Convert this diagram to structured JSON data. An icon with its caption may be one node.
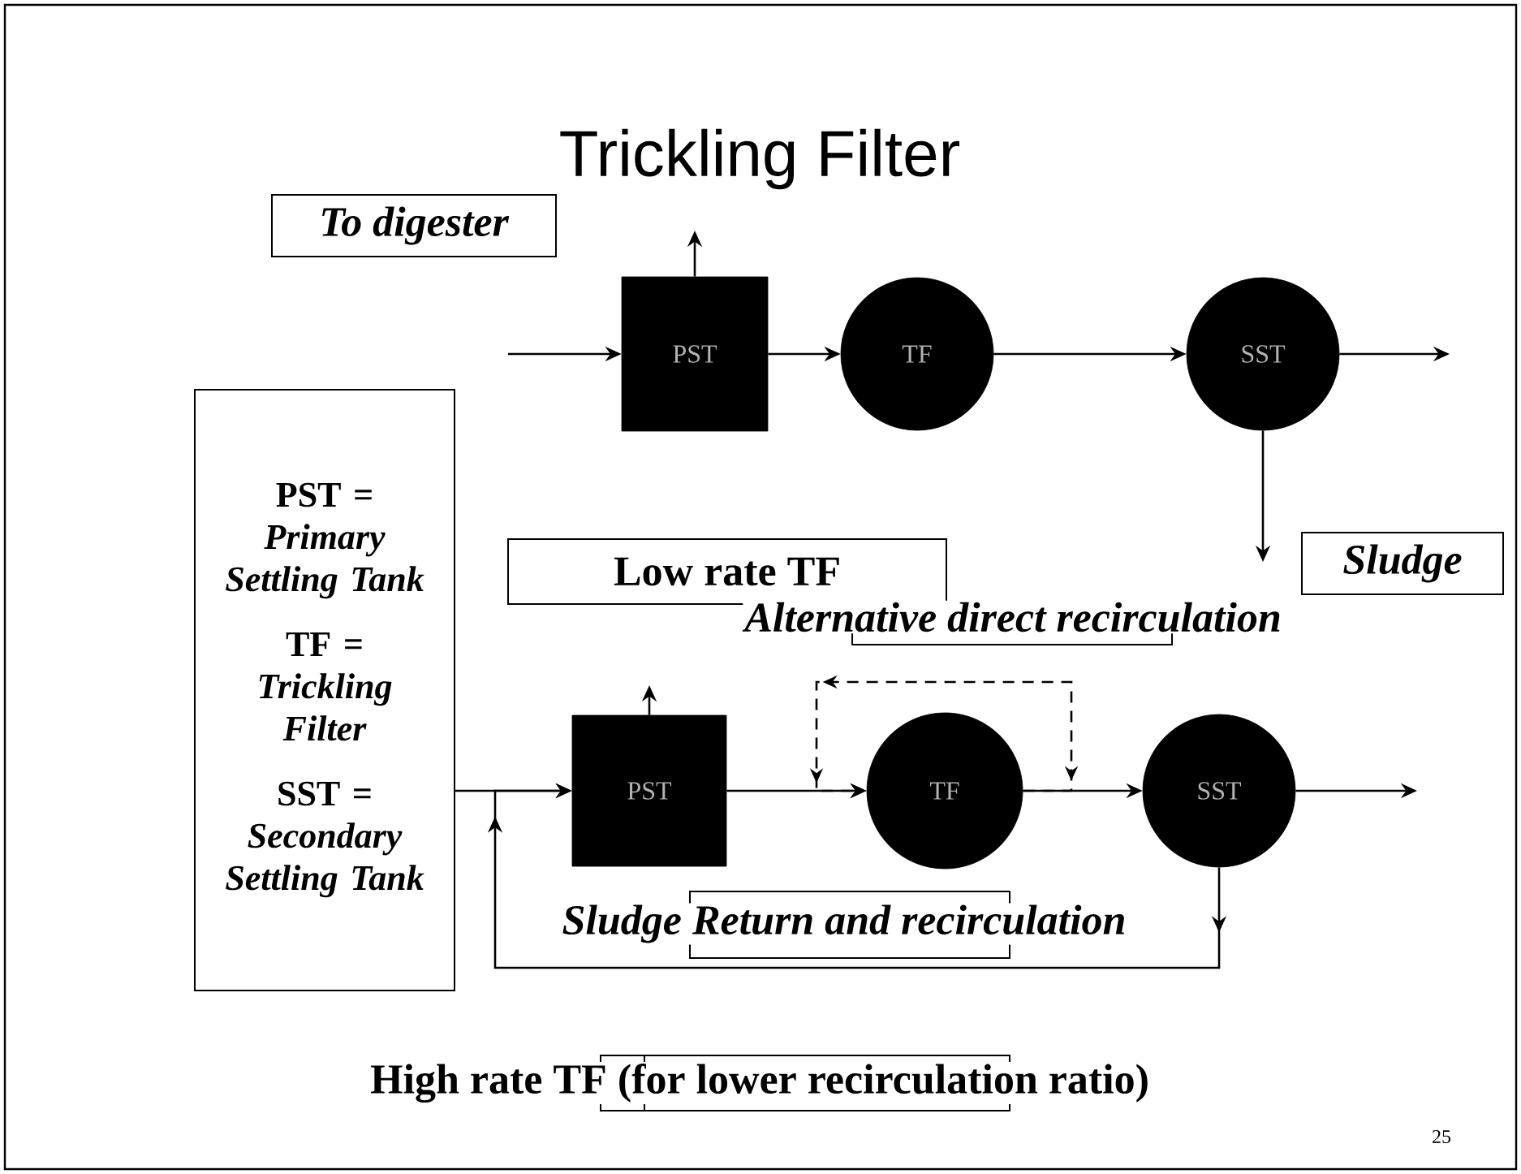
{
  "diagram": {
    "title": "Trickling Filter",
    "nodes": [
      {
        "text": [
          "To digester"
        ]
      },
      {
        "text": [
          "PST =",
          "Primary Settling Tank",
          "TF =",
          "Trickling Filter",
          "SST =",
          "Secondary Settling Tank"
        ]
      },
      {
        "text": [
          "PST"
        ]
      },
      {
        "text": [
          "TF"
        ]
      },
      {
        "text": [
          "SST"
        ]
      },
      {
        "text": [
          "Sludge"
        ]
      },
      {
        "text": [
          "Low rate TF"
        ]
      },
      {
        "text": [
          "PST"
        ]
      },
      {
        "text": [
          "TF"
        ]
      },
      {
        "text": [
          "SST"
        ]
      }
    ],
    "edges": [
      {
        "from": null,
        "to": 2,
        "arrow": "to"
      },
      {
        "from": 2,
        "to": null,
        "arrow": "to"
      },
      {
        "from": 2,
        "to": 3,
        "arrow": "to"
      },
      {
        "from": 3,
        "to": 4,
        "arrow": "to"
      },
      {
        "from": 4,
        "to": null,
        "arrow": "to"
      },
      {
        "from": 4,
        "to": null,
        "arrow": "to"
      },
      {
        "from": 1,
        "to": 7,
        "arrow": "to"
      },
      {
        "from": 7,
        "to": null,
        "arrow": "to"
      },
      {
        "from": 7,
        "to": 8,
        "arrow": "to"
      },
      {
        "from": 8,
        "to": 9,
        "arrow": "to"
      },
      {
        "from": 9,
        "to": null,
        "arrow": "to"
      },
      {
        "from": 8,
        "to": 8,
        "arrow": "to",
        "style": "dashed"
      },
      {
        "from": 9,
        "to": 7,
        "arrow": "to"
      }
    ],
    "labels": [
      "Alternative direct recirculation",
      "Sludge Return and recirculation",
      "High rate TF (for lower recirculation ratio)",
      "25"
    ]
  }
}
